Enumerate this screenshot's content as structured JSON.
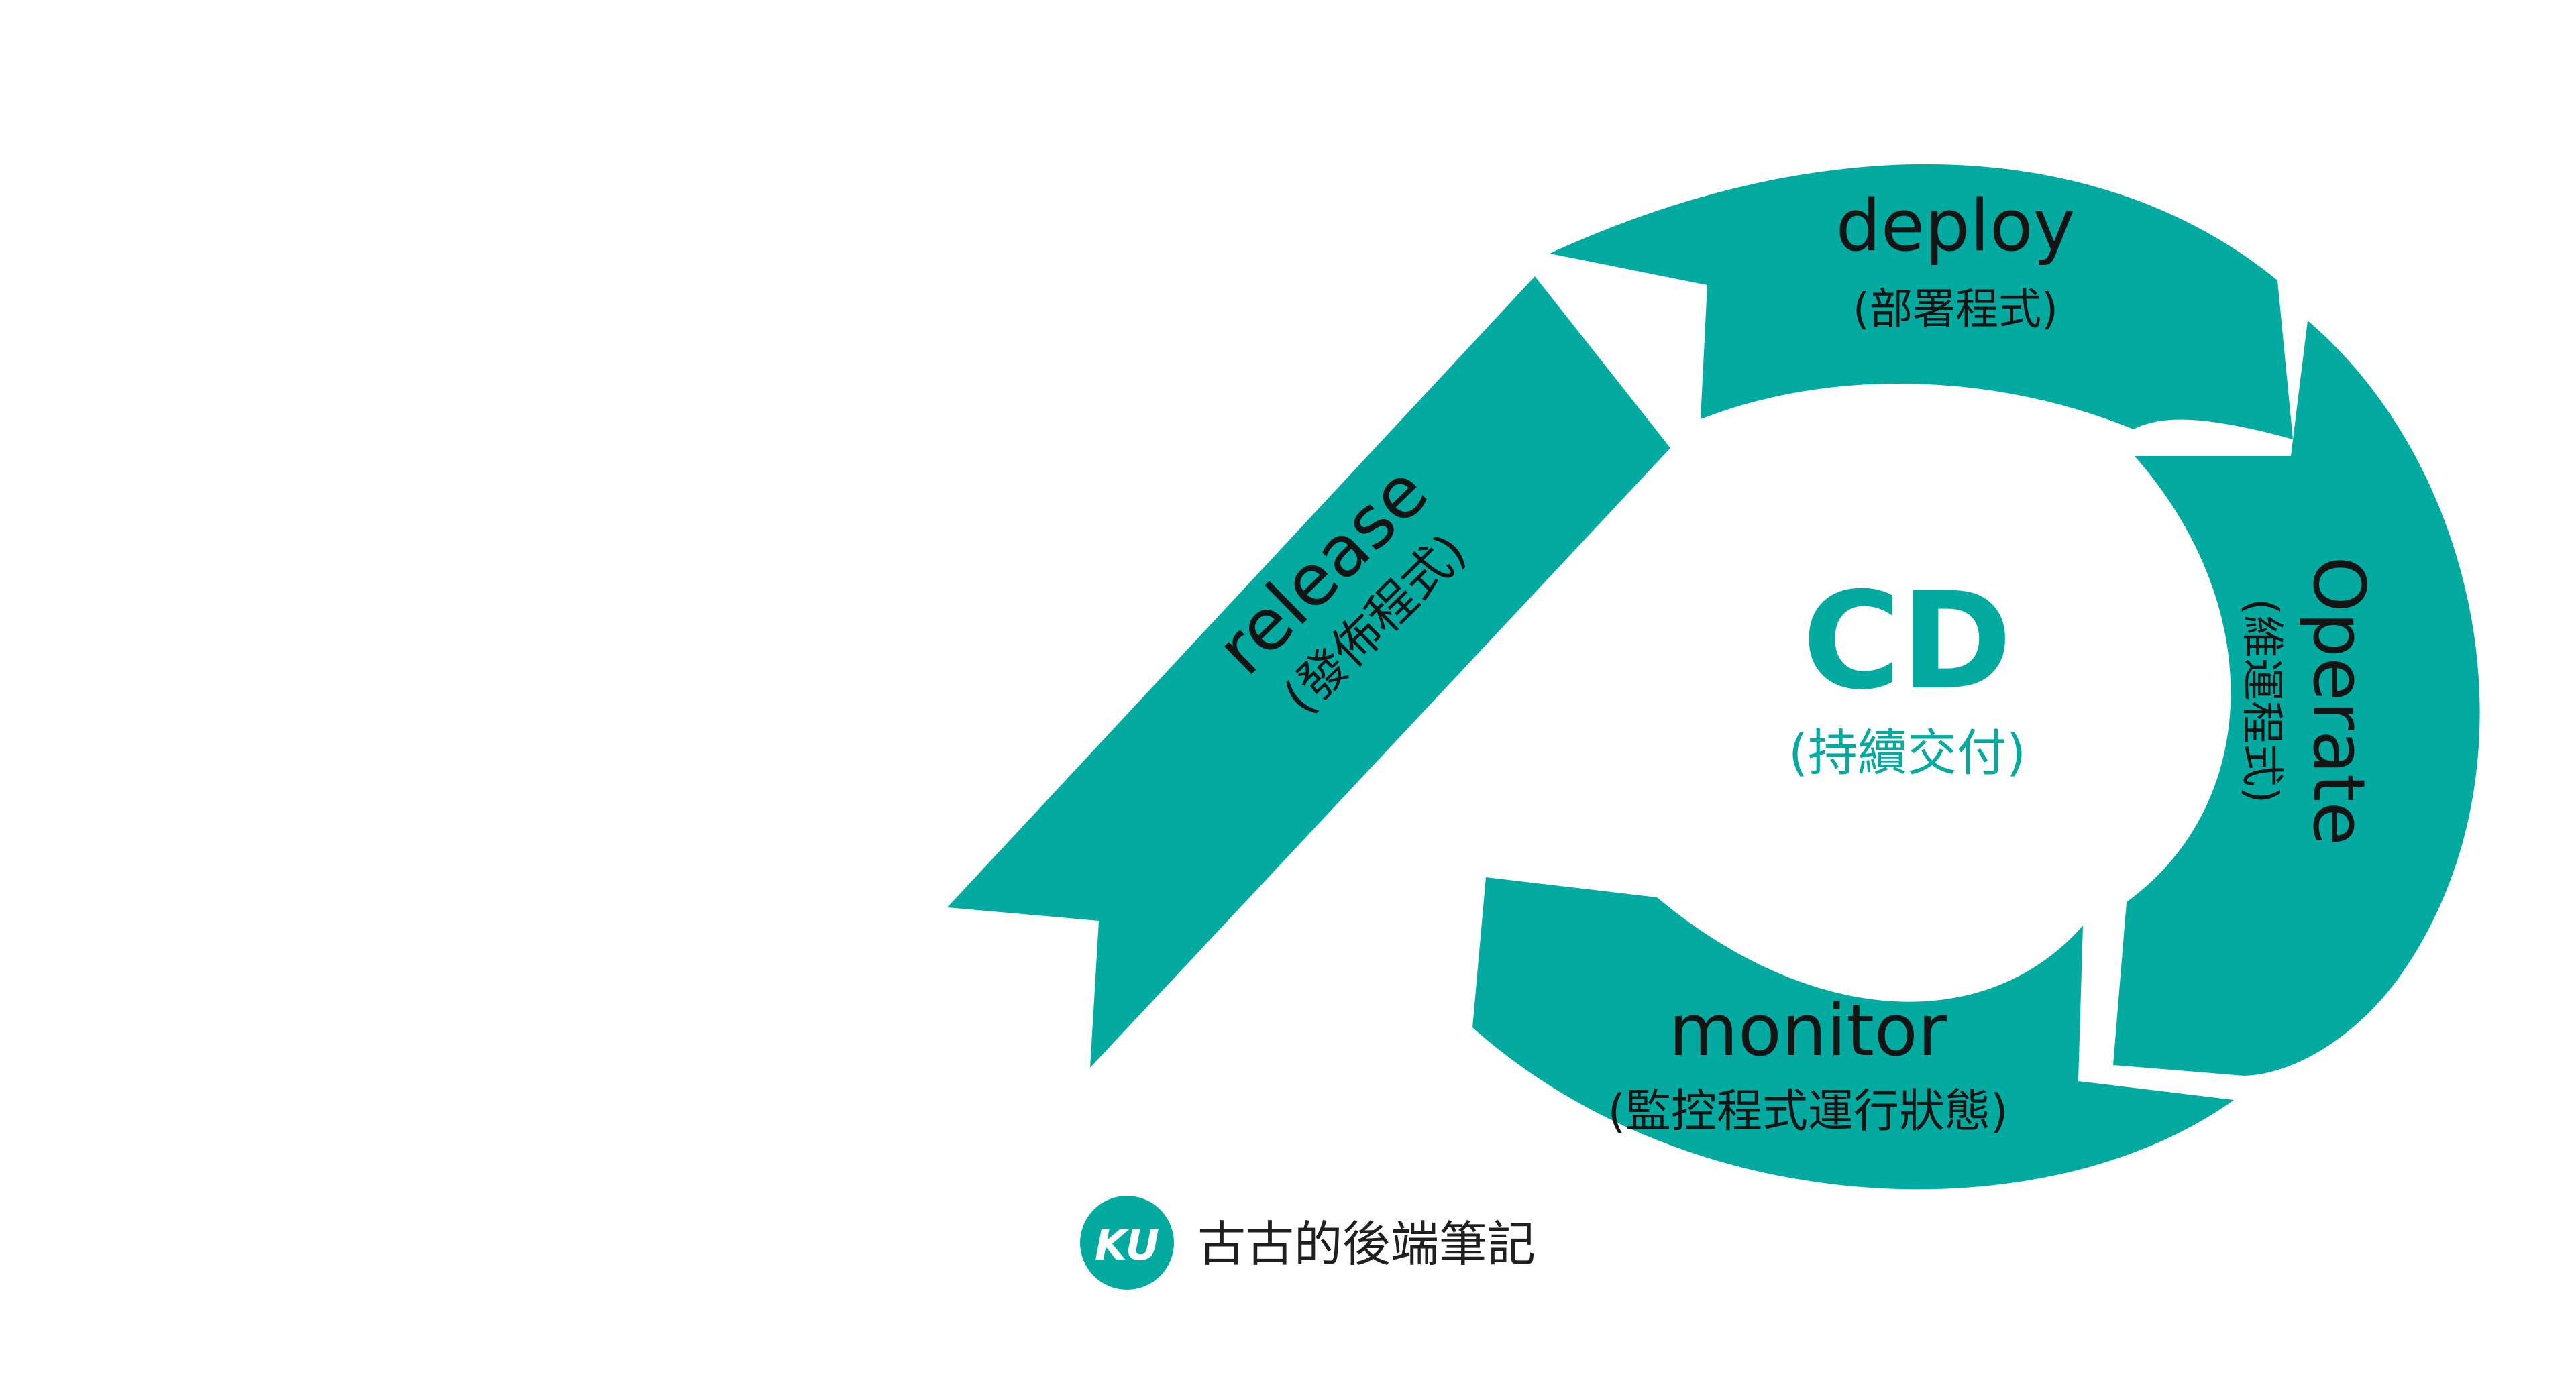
{
  "colors": {
    "accent": "#02AAA0",
    "text": "#141414",
    "background": "#FFFFFF"
  },
  "center": {
    "title": "CD",
    "subtitle": "(持續交付)"
  },
  "stages": {
    "release": {
      "label": "release",
      "sub": "(發佈程式)"
    },
    "deploy": {
      "label": "deploy",
      "sub": "(部署程式)"
    },
    "operate": {
      "label": "Operate",
      "sub": "(維運程式)"
    },
    "monitor": {
      "label": "monitor",
      "sub": "(監控程式運行狀態)"
    }
  },
  "brand": {
    "mark": "KU",
    "name": "古古的後端筆記"
  }
}
